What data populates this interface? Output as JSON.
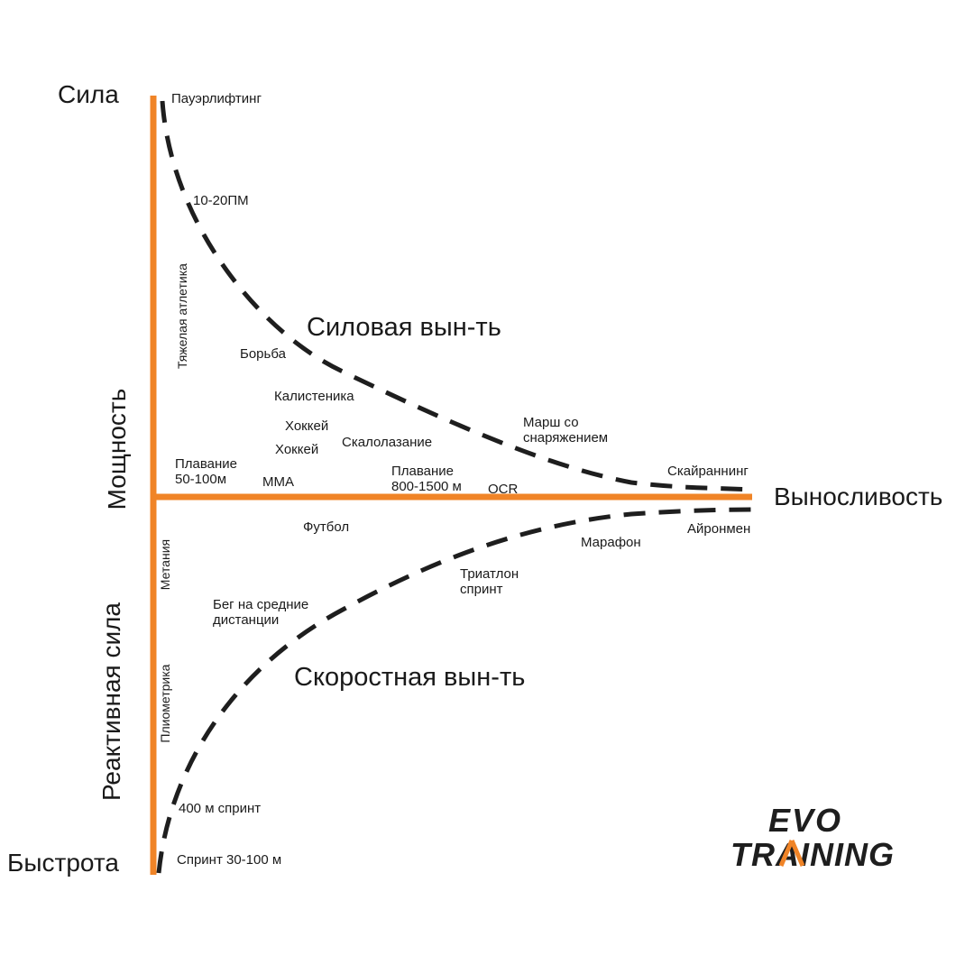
{
  "colors": {
    "axis": "#f08427",
    "curve": "#1e1e1e",
    "text": "#1a1a1a"
  },
  "axes": {
    "top": "Сила",
    "bottom": "Быстрота",
    "right": "Выносливость",
    "upper_vertical": "Мощность",
    "lower_vertical": "Реактивная сила"
  },
  "zones": {
    "strength_endurance": "Силовая вын-ть",
    "speed_endurance": "Скоростная вын-ть"
  },
  "sports": {
    "powerlifting": "Пауэрлифтинг",
    "rm": "10-20ПМ",
    "weightlifting": "Тяжелая атлетика",
    "wrestling": "Борьба",
    "calisthenics": "Калистеника",
    "hockey_1": "Хоккей",
    "hockey_2": "Хоккей",
    "climbing": "Скалолазание",
    "ruck_march": "Марш со снаряжением",
    "skyrunning": "Скайраннинг",
    "swim_short": "Плавание 50-100м",
    "mma": "ММА",
    "swim_long": "Плавание 800-1500 м",
    "ocr": "OCR",
    "football": "Футбол",
    "marathon": "Марафон",
    "ironman": "Айронмен",
    "throwing": "Метания",
    "middle_distance": "Бег на средние дистанции",
    "triathlon": "Триатлон спринт",
    "plyometrics": "Плиометрика",
    "sprint_400": "400 м спринт",
    "sprint_short": "Спринт 30-100 м"
  },
  "logo": {
    "line1": "EVO",
    "line2": "TRAINING",
    "accent": "#f08427",
    "dark": "#1e1e1e"
  }
}
